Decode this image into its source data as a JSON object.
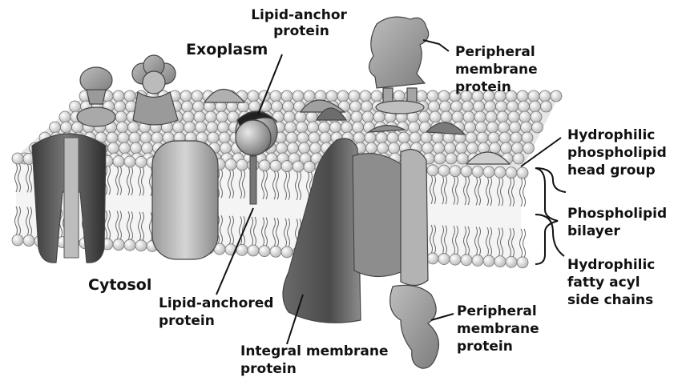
{
  "labels": {
    "exoplasm": "Exoplasm",
    "cytosol": "Cytosol",
    "lipid_anchor_protein": [
      "Lipid-anchor",
      "protein"
    ],
    "peripheral_top": [
      "Peripheral",
      "membrane",
      "protein"
    ],
    "hydrophilic_head": [
      "Hydrophilic",
      "phospholipid",
      "head group"
    ],
    "phospholipid_bilayer": [
      "Phospholipid",
      "bilayer"
    ],
    "hydrophilic_fatty": [
      "Hydrophilic",
      "fatty acyl",
      "side chains"
    ],
    "lipid_anchored_protein": [
      "Lipid-anchored",
      "protein"
    ],
    "integral_membrane_protein": [
      "Integral membrane",
      "protein"
    ],
    "peripheral_bottom": [
      "Peripheral",
      "membrane",
      "protein"
    ]
  }
}
